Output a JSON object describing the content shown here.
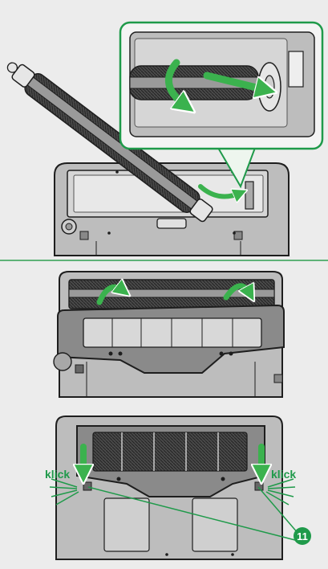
{
  "labels": {
    "click_left": "klick",
    "click_right": "klick",
    "part_number": "11"
  },
  "colors": {
    "background": "#ececec",
    "panel": "#f4f4f4",
    "device_outline": "#1e1e1e",
    "device_body": "#bdbdbd",
    "device_light": "#d6d6d6",
    "brush_dark": "#3a3a3a",
    "accent_green": "#1f9a4a",
    "arrow_green": "#3bb24e",
    "divider_green": "#2e9e52"
  },
  "icons": {
    "rotate_arrow": "curved-arrow-icon",
    "insert_arrow": "straight-arrow-icon",
    "click_burst": "click-burst-icon"
  }
}
